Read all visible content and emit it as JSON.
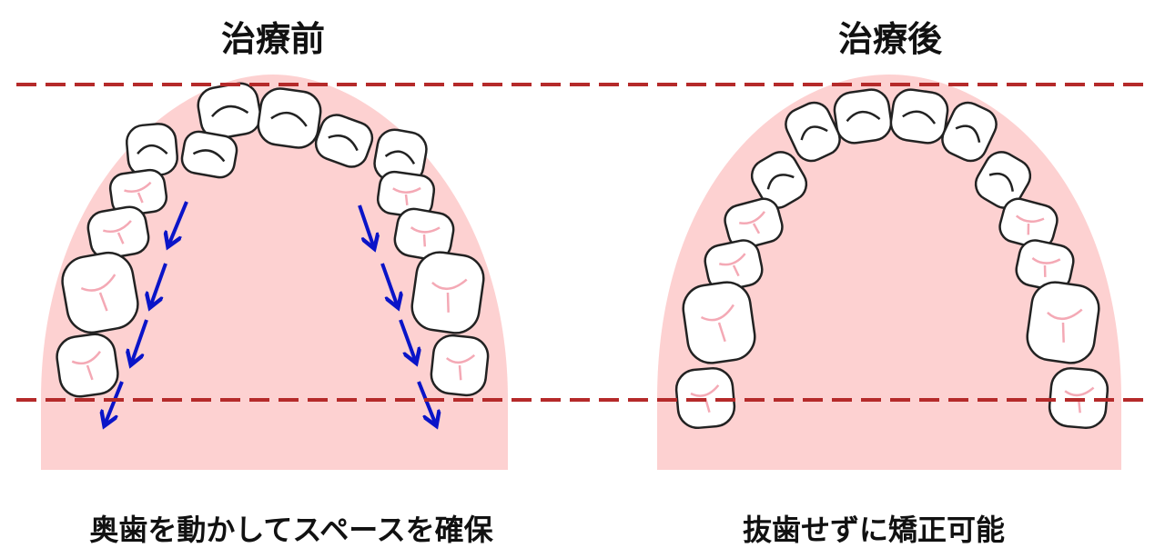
{
  "before": {
    "title": "治療前",
    "caption": "奥歯を動かしてスペースを確保"
  },
  "after": {
    "title": "治療後",
    "caption": "抜歯せずに矯正可能"
  },
  "colors": {
    "gum": "#fdd1d1",
    "tooth_fill": "#ffffff",
    "tooth_stroke": "#222222",
    "guide_line": "#b52a2a",
    "arrow": "#0a14c8",
    "tooth_detail": "#f4a9b5"
  }
}
